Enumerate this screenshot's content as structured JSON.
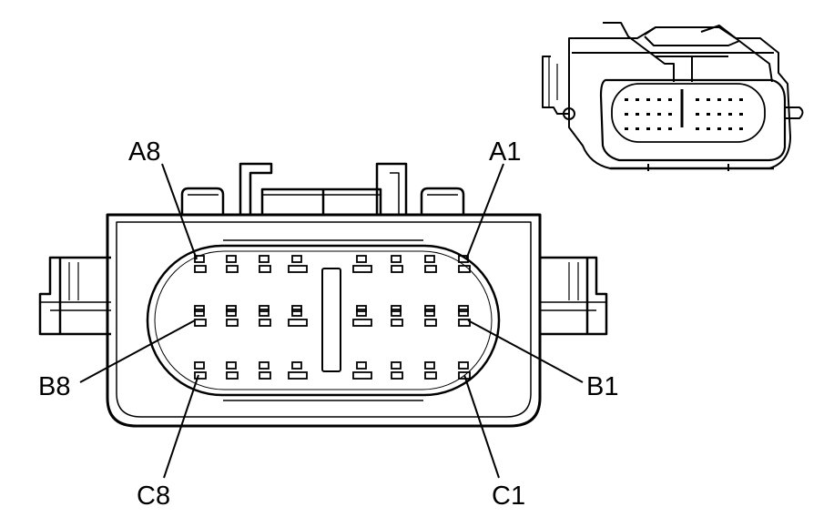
{
  "labels": {
    "a8": "A8",
    "a1": "A1",
    "b8": "B8",
    "b1": "B1",
    "c8": "C8",
    "c1": "C1"
  },
  "pin_rows": [
    "A",
    "B",
    "C"
  ],
  "pin_columns": 8,
  "colors": {
    "line": "#000000",
    "background": "#ffffff"
  }
}
